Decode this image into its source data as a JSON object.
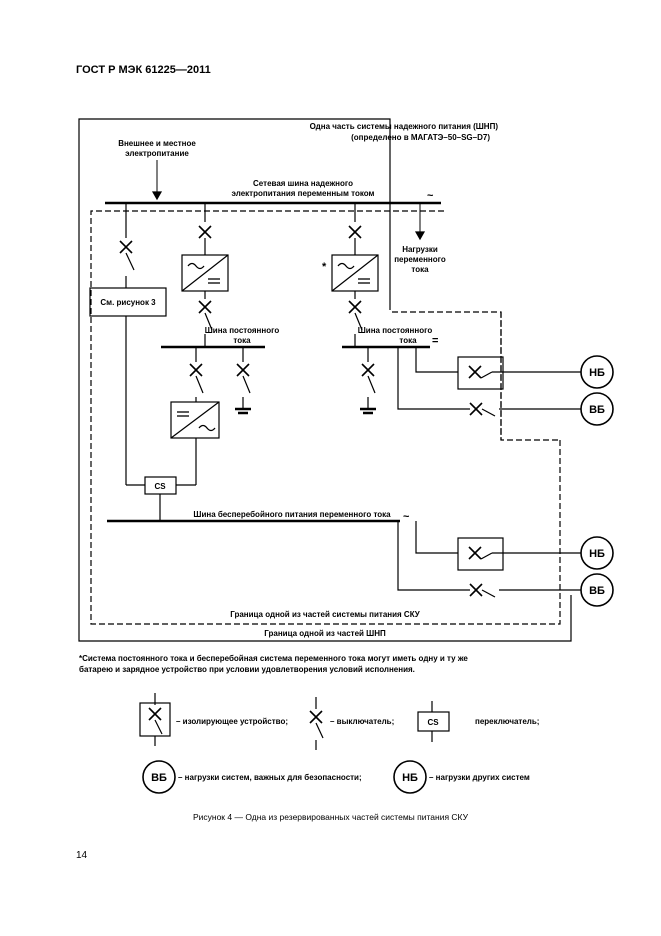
{
  "header": "ГОСТ Р МЭК 61225—2011",
  "page_number": "14",
  "diagram": {
    "label_shnp_part_1": "Одна часть системы надежного питания (ШНП)",
    "label_shnp_part_2": "(определено в МАГАТЭ–50–SG–D7)",
    "label_external_1": "Внешнее и местное",
    "label_external_2": "электропитание",
    "label_ac_bus_1": "Сетевая шина надежного",
    "label_ac_bus_2": "электропитания переменным током",
    "label_ac_loads_1": "Нагрузки",
    "label_ac_loads_2": "переменного",
    "label_ac_loads_3": "тока",
    "label_see_fig3": "См. рисунок 3",
    "label_asterisk": "*",
    "label_dc_bus_left_1": "Шина постоянного",
    "label_dc_bus_left_2": "тока",
    "label_dc_bus_right_1": "Шина постоянного",
    "label_dc_bus_right_2": "тока",
    "label_cs": "CS",
    "label_ups_bus": "Шина бесперебойного питания переменного тока",
    "label_nb": "НБ",
    "label_vb": "ВБ",
    "label_sku_boundary": "Граница одной из частей системы питания СКУ",
    "label_shnp_boundary": "Граница одной из частей ШНП",
    "ac_symbol": "~",
    "dc_symbol": "="
  },
  "note": "*Система постоянного тока и бесперебойная система переменного тока могут иметь одну и ту же батарею и зарядное устройство при условии удовлетворения условий исполнения.",
  "legend": {
    "isolating_device": "– изолирующее устройство;",
    "breaker": "– выключатель;",
    "switch_label": "CS",
    "switch": "переключатель;",
    "vb_symbol": "ВБ",
    "vb_desc": "– нагрузки систем, важных для безопасности;",
    "nb_symbol": "НБ",
    "nb_desc": "– нагрузки других систем"
  },
  "caption": "Рисунок 4 — Одна из резервированных частей системы питания СКУ"
}
